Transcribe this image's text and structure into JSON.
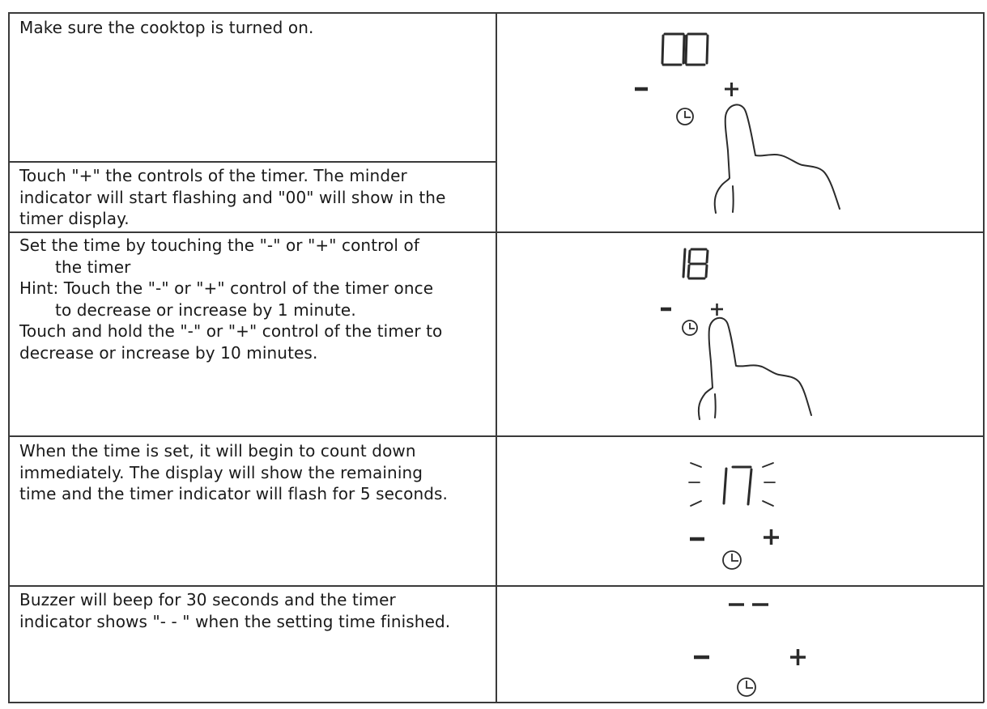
{
  "rows": [
    {
      "text": "Make sure the cooktop is turned on."
    },
    {
      "text": "Touch \"+\" the controls of the timer. The minder\nindicator will start flashing and \"00\" will show in the\ntimer display."
    },
    {
      "lines": [
        "Set the time by touching the \"-\" or \"+\" control of",
        "the timer",
        "Hint: Touch the \"-\" or \"+\" control of the timer once",
        "to decrease or increase by 1 minute.",
        "Touch and hold the \"-\" or \"+\" control of the timer to",
        "decrease or increase by 10 minutes."
      ]
    },
    {
      "text": "When the time is set, it will begin to count down\nimmediately. The display will show the remaining\ntime and the timer indicator will flash for 5 seconds."
    },
    {
      "text": "Buzzer will beep for 30 seconds and the timer\nindicator shows \"- - \" when the setting time finished."
    }
  ],
  "illustrations": [
    {
      "display": "00",
      "controls": [
        "-",
        "+"
      ],
      "icons": [
        "clock-icon",
        "finger-icon"
      ]
    },
    {
      "display": "18",
      "controls": [
        "-",
        "+"
      ],
      "icons": [
        "clock-icon",
        "finger-icon"
      ]
    },
    {
      "display": "17",
      "state": "flashing",
      "controls": [
        "-",
        "+"
      ],
      "icons": [
        "clock-icon"
      ]
    },
    {
      "display": "--",
      "controls": [
        "-",
        "+"
      ],
      "icons": [
        "clock-icon"
      ]
    }
  ]
}
